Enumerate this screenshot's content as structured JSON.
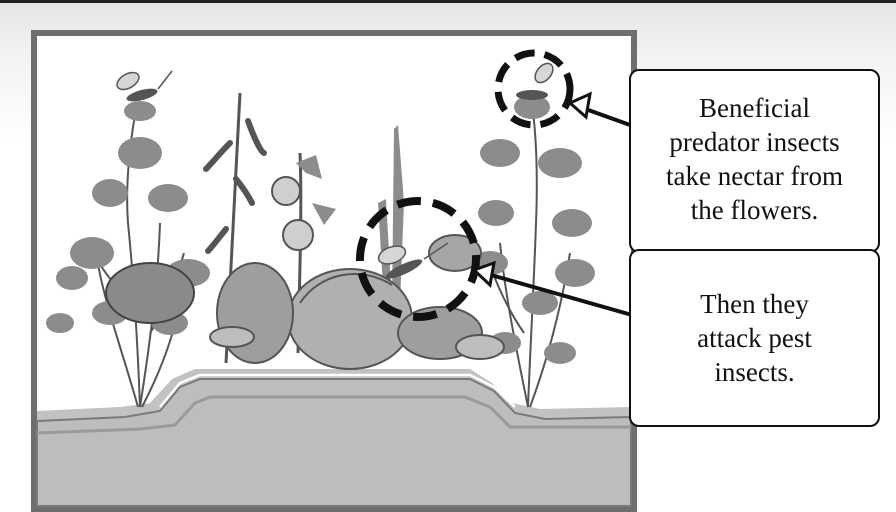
{
  "callouts": {
    "nectar": {
      "lines": [
        "Beneficial",
        "predator insects",
        "take nectar from",
        "the flowers."
      ]
    },
    "attack": {
      "lines": [
        "Then they",
        "attack pest",
        "insects."
      ]
    }
  },
  "colors": {
    "frame": "#6e6e6e",
    "soil": "#bdbdbd",
    "soil_dark": "#8a8a8a",
    "plant_dark": "#555555",
    "plant_light": "#a6a6a6",
    "leaf_fill": "#9e9e9e",
    "highlight_ring": "#111111"
  }
}
